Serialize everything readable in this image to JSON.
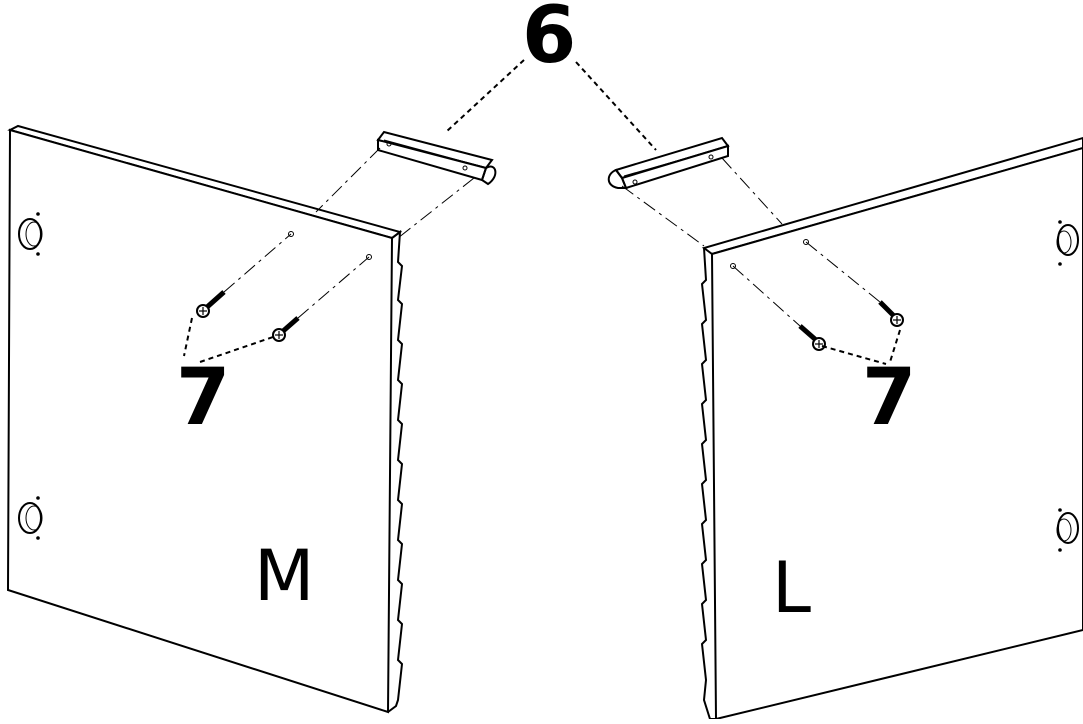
{
  "diagram": {
    "part_label_top": "6",
    "part_label_screws_left": "7",
    "part_label_screws_right": "7",
    "panel_left_label": "M",
    "panel_right_label": "L"
  }
}
